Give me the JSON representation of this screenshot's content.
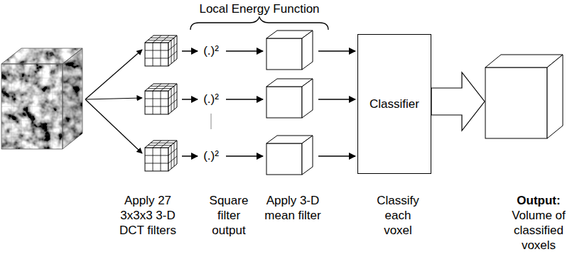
{
  "diagram": {
    "nodes": [
      {
        "text": [
          "Classifier"
        ]
      }
    ],
    "labels": [
      "Local Energy Function",
      "(.)²",
      "(.)²",
      "(.)²",
      "Apply 27 3x3x3 3-D DCT filters",
      "Square filter output",
      "Apply 3-D mean filter",
      "Classify each voxel",
      "Output:",
      "Volume of classified voxels"
    ]
  }
}
